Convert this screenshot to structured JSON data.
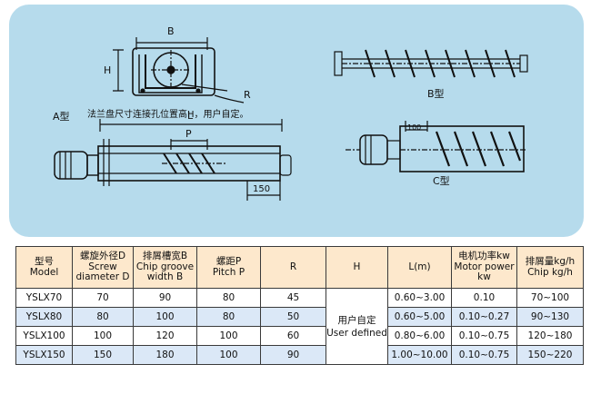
{
  "diagram": {
    "type_a_label": "A型",
    "type_b_label": "B型",
    "type_c_label": "C型",
    "note": "法兰盘尺寸连接孔位置高H，用户自定。",
    "dim_b": "B",
    "dim_h": "H",
    "dim_r": "R",
    "dim_l": "L",
    "dim_p": "P",
    "dim_150": "150",
    "dim_100": "100"
  },
  "table": {
    "headers": [
      {
        "zh": "型号",
        "en": "Model"
      },
      {
        "zh": "螺旋外径D",
        "en": "Screw diameter D"
      },
      {
        "zh": "排屑槽宽B",
        "en": "Chip groove width B"
      },
      {
        "zh": "螺距P",
        "en": "Pitch P"
      },
      {
        "zh": "R",
        "en": ""
      },
      {
        "zh": "H",
        "en": ""
      },
      {
        "zh": "L(m)",
        "en": ""
      },
      {
        "zh": "电机功率kw",
        "en": "Motor power kw"
      },
      {
        "zh": "排屑量kg/h",
        "en": "Chip kg/h"
      }
    ],
    "rows": [
      {
        "model": "YSLX70",
        "d": "70",
        "b": "90",
        "p": "80",
        "r": "45",
        "l": "0.60~3.00",
        "power": "0.10",
        "chip": "70~100"
      },
      {
        "model": "YSLX80",
        "d": "80",
        "b": "100",
        "p": "80",
        "r": "50",
        "l": "0.60~5.00",
        "power": "0.10~0.27",
        "chip": "90~130"
      },
      {
        "model": "YSLX100",
        "d": "100",
        "b": "120",
        "p": "100",
        "r": "60",
        "l": "0.80~6.00",
        "power": "0.10~0.75",
        "chip": "120~180"
      },
      {
        "model": "YSLX150",
        "d": "150",
        "b": "180",
        "p": "100",
        "r": "90",
        "l": "1.00~10.00",
        "power": "0.10~0.75",
        "chip": "150~220"
      }
    ],
    "h_merged": {
      "zh": "用户自定",
      "en": "User defined"
    }
  },
  "colors": {
    "panel_bg": "#b6dbec",
    "header_bg": "#fde8cc",
    "row_alt_bg": "#dbe8f7"
  }
}
